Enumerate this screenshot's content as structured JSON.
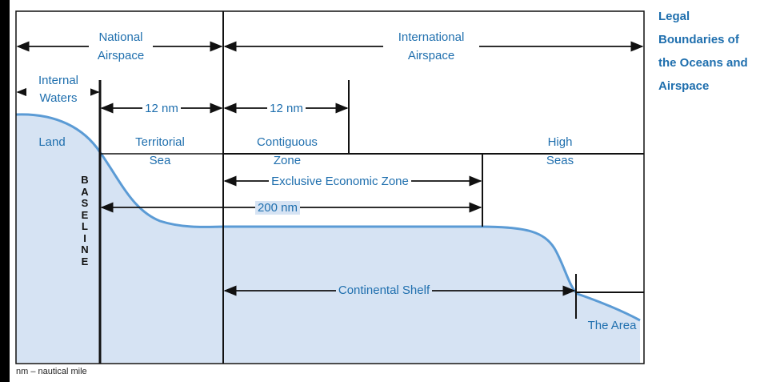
{
  "title": [
    "Legal",
    "Boundaries of",
    "the Oceans and",
    "Airspace"
  ],
  "airspace": {
    "national": [
      "National",
      "Airspace"
    ],
    "international": [
      "International",
      "Airspace"
    ]
  },
  "zones": {
    "internal_waters": [
      "Internal",
      "Waters"
    ],
    "land": "Land",
    "territorial_sea": [
      "Territorial",
      "Sea"
    ],
    "contiguous_zone": [
      "Contiguous",
      "Zone"
    ],
    "high_seas": [
      "High",
      "Seas"
    ]
  },
  "distances": {
    "territorial": "12 nm",
    "contiguous": "12 nm",
    "eez": "Exclusive Economic Zone",
    "eez_distance": "200 nm",
    "continental_shelf": "Continental Shelf"
  },
  "baseline_letters": [
    "B",
    "A",
    "S",
    "E",
    "L",
    "I",
    "N",
    "E"
  ],
  "the_area": "The Area",
  "footnote": "nm – nautical mile",
  "colors": {
    "water": "#d6e3f3",
    "seafloor_line": "#5b9bd5",
    "text": "#1f6fae",
    "lines": "#111111"
  }
}
